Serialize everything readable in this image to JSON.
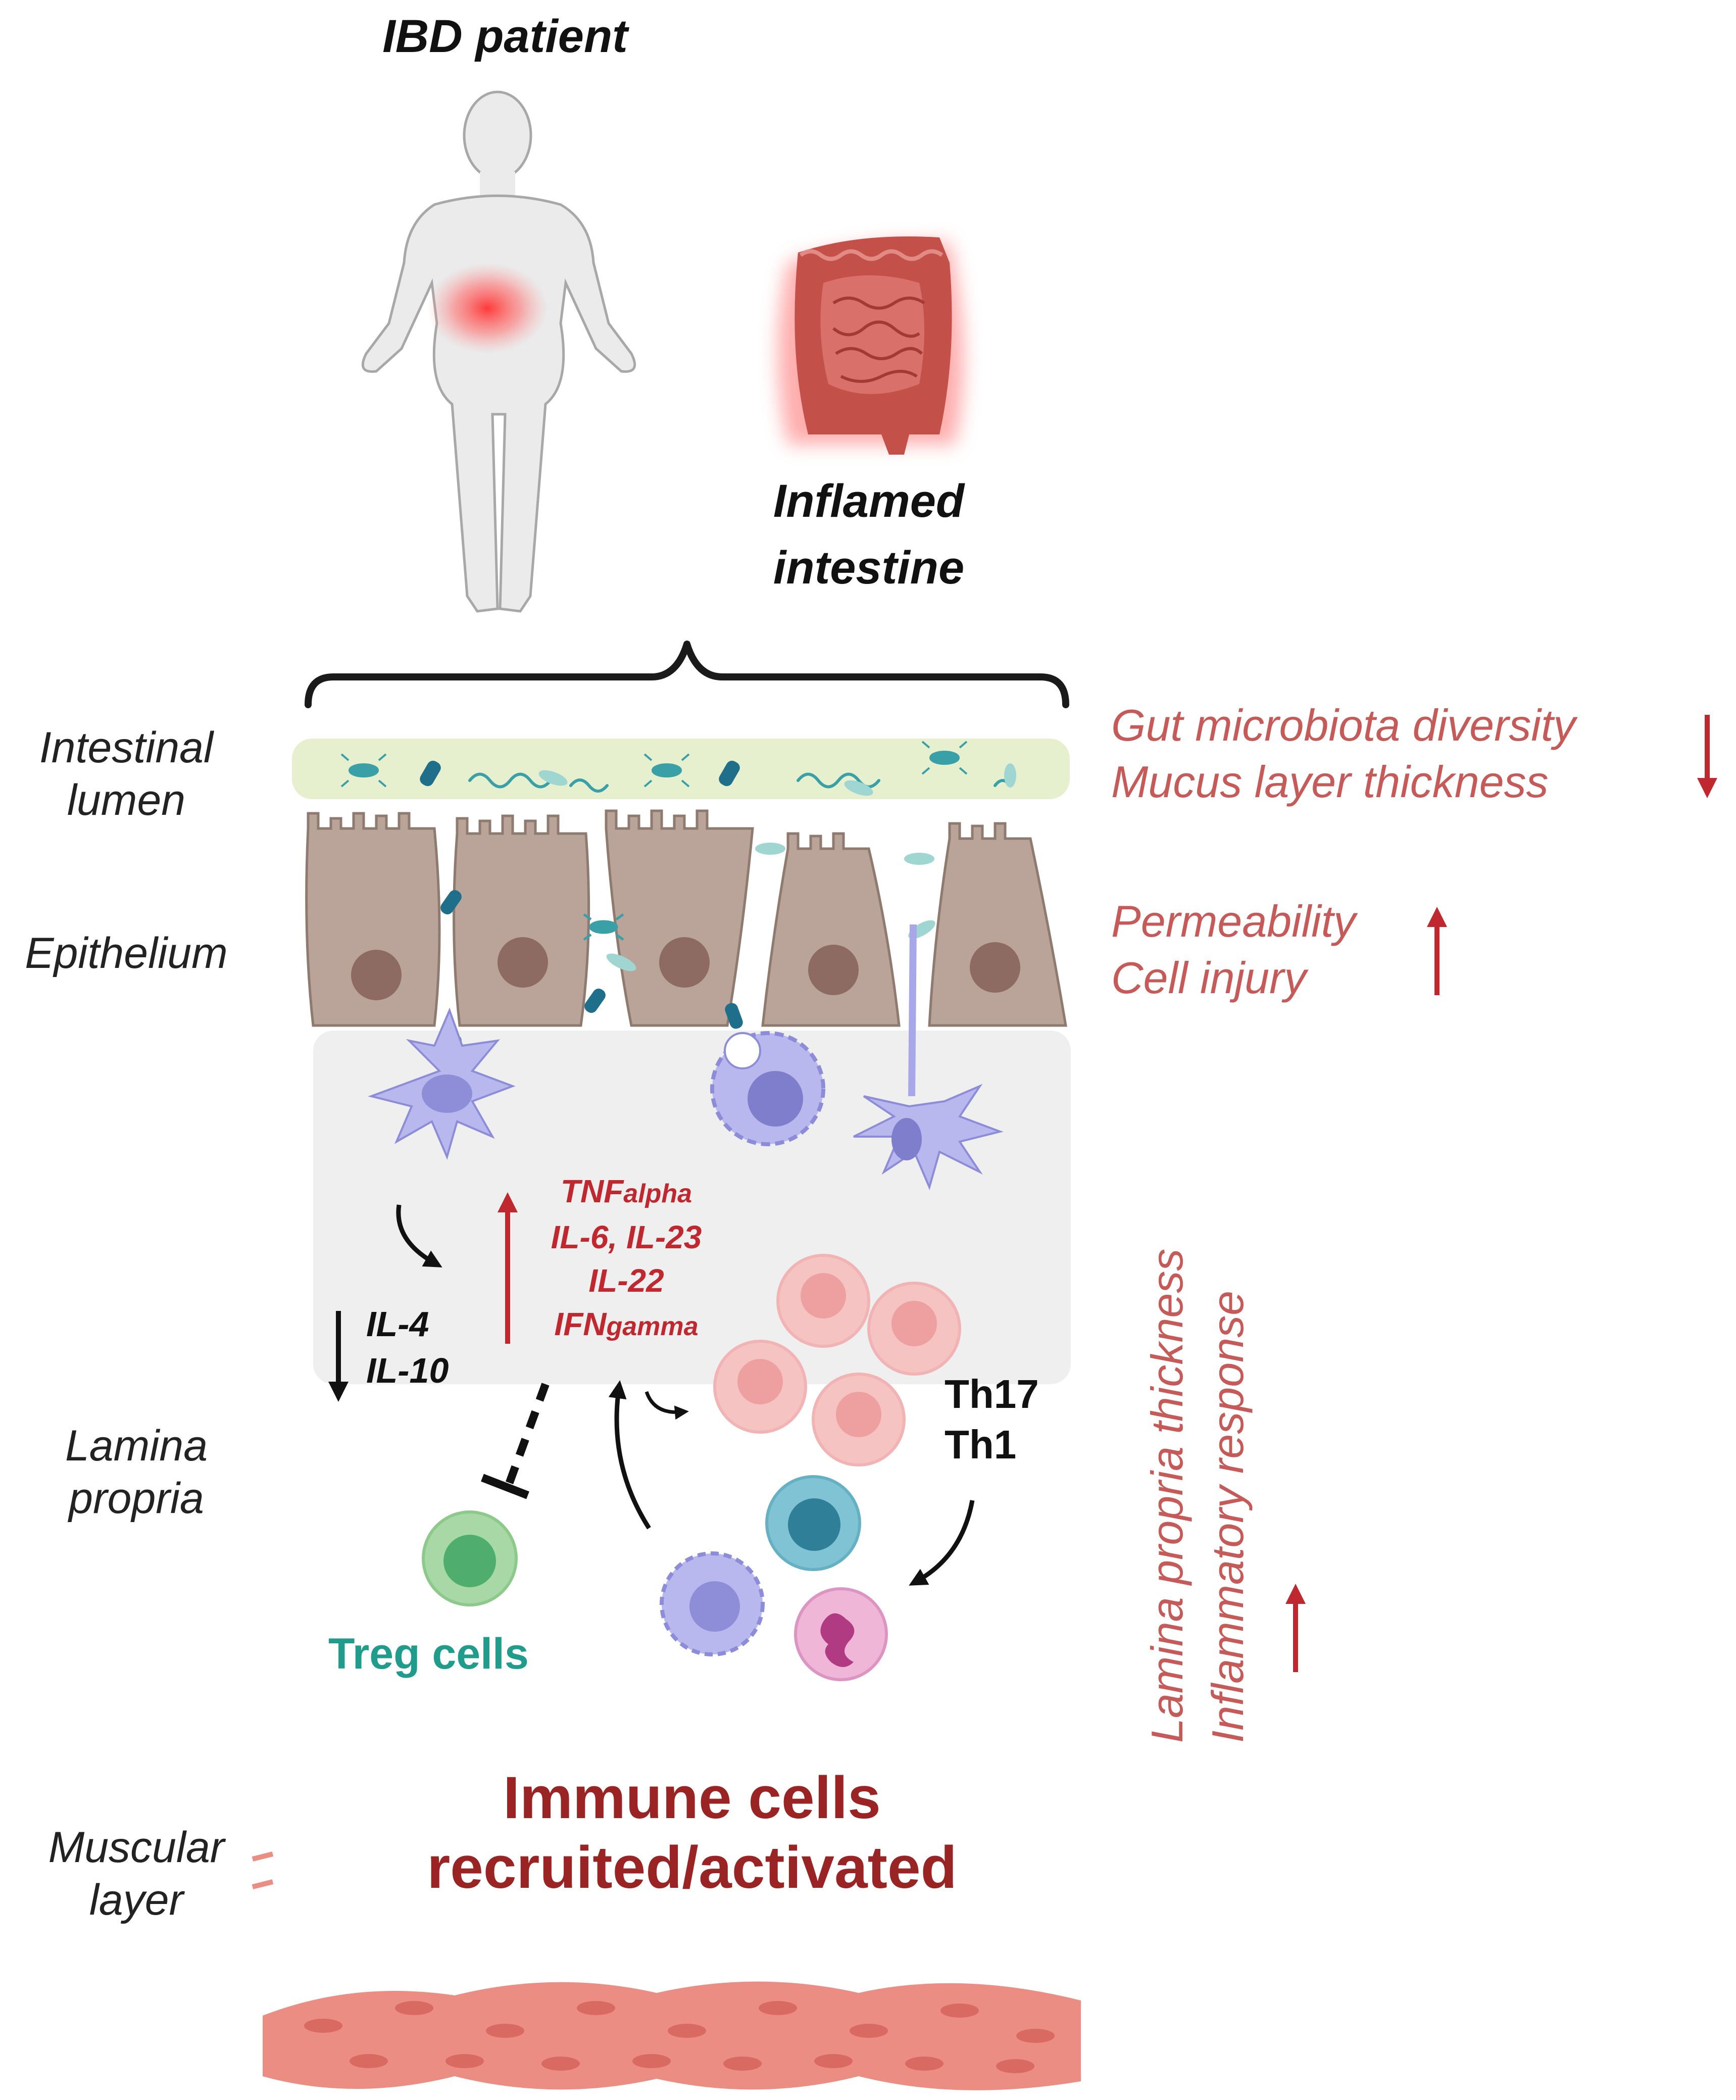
{
  "header": {
    "patient_label": "IBD patient",
    "intestine_label_line1": "Inflamed",
    "intestine_label_line2": "intestine"
  },
  "layers": {
    "lumen_line1": "Intestinal",
    "lumen_line2": "lumen",
    "epithelium": "Epithelium",
    "lamina_line1": "Lamina",
    "lamina_line2": "propria",
    "muscular_line1": "Muscular",
    "muscular_line2": "layer"
  },
  "effects": {
    "microbiota": "Gut microbiota diversity",
    "mucus": "Mucus layer thickness",
    "permeability": "Permeability",
    "cell_injury": "Cell injury",
    "lamina_thickness": "Lamina propria thickness",
    "inflammatory_response": "Inflammatory response"
  },
  "cytokines": {
    "tnf_main": "TNF",
    "tnf_sub": "alpha",
    "il6_il23": "IL-6, IL-23",
    "il22": "IL-22",
    "ifn_main": "IFN",
    "ifn_sub": "gamma"
  },
  "anti_inflammatory": {
    "il4": "IL-4",
    "il10": "IL-10"
  },
  "cells": {
    "th17": "Th17",
    "th1": "Th1",
    "treg": "Treg cells"
  },
  "summary": {
    "line1": "Immune cells",
    "line2": "recruited/activated"
  },
  "colors": {
    "up_arrow": "#c0282f",
    "effect_text": "#c65a58",
    "treg": "#1f9c8c",
    "summary": "#9a2424"
  }
}
